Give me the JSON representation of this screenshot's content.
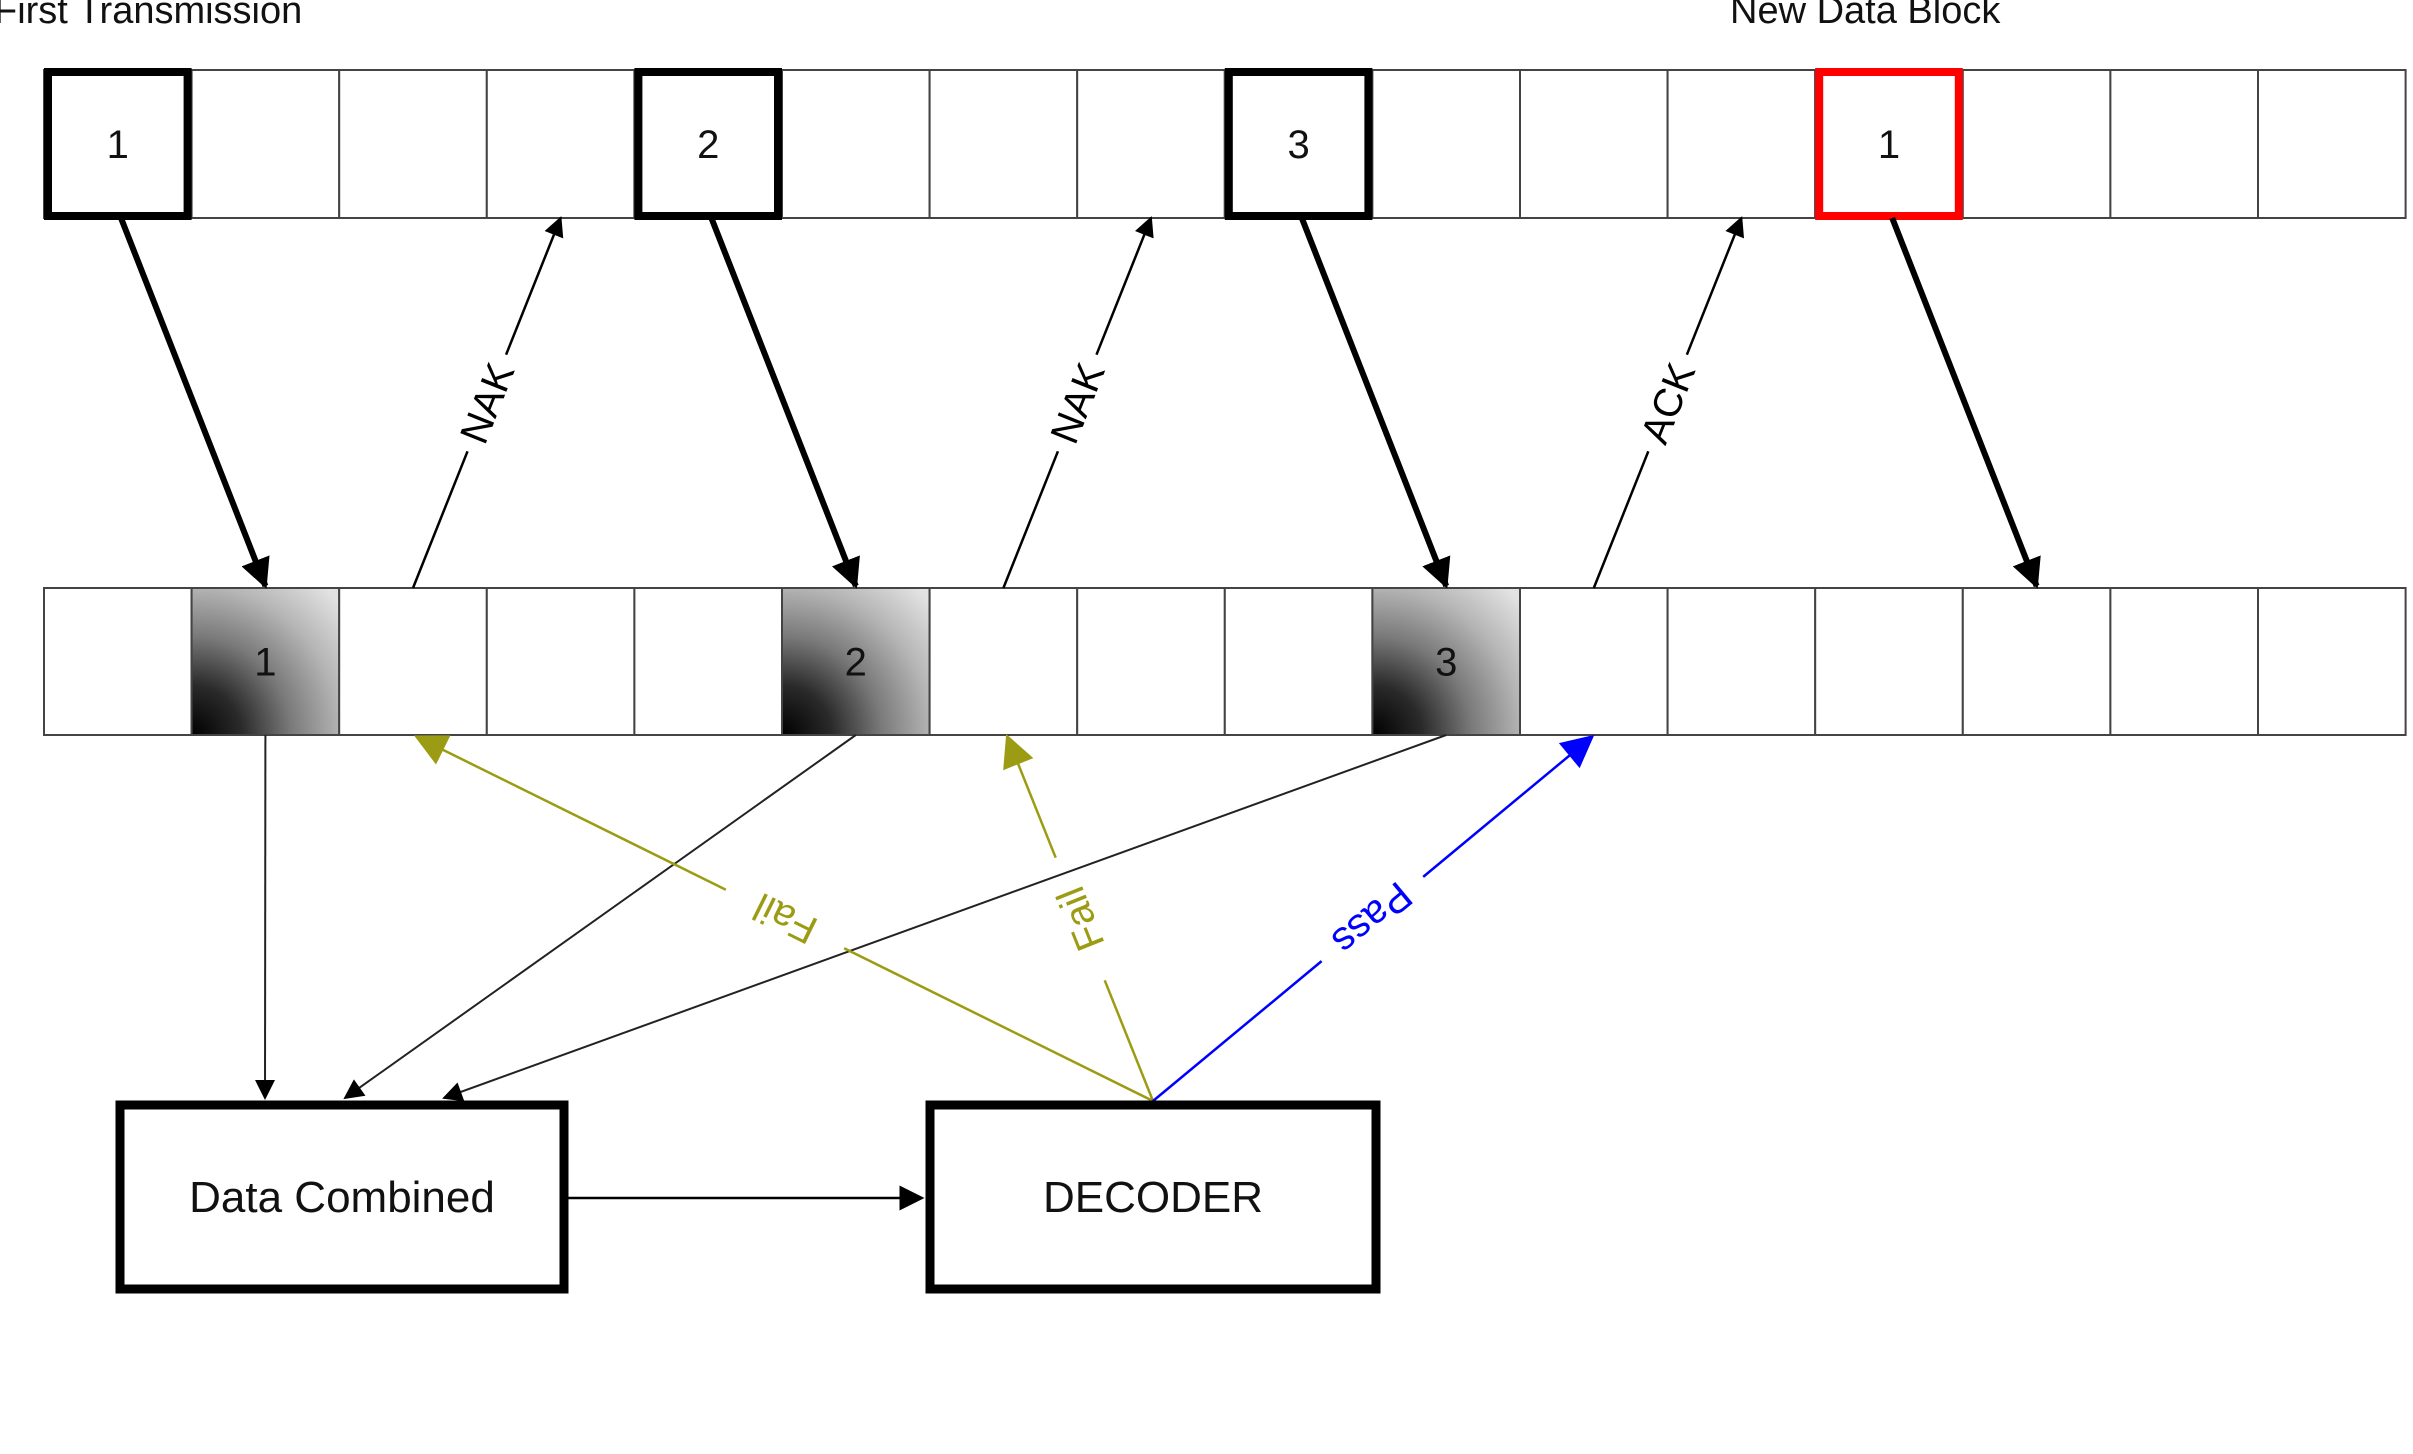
{
  "captions": {
    "first_transmission": "First Transmission",
    "new_data_block": "New Data Block"
  },
  "sender_row": {
    "cell_count": 16,
    "blocks": [
      {
        "cell": 0,
        "label": "1",
        "style": "thick",
        "color": "#000000"
      },
      {
        "cell": 4,
        "label": "2",
        "style": "thick",
        "color": "#000000"
      },
      {
        "cell": 8,
        "label": "3",
        "style": "thick",
        "color": "#000000"
      },
      {
        "cell": 12,
        "label": "1",
        "style": "thick",
        "color": "#ff0000"
      }
    ]
  },
  "receiver_row": {
    "cell_count": 16,
    "blocks": [
      {
        "cell": 1,
        "label": "1"
      },
      {
        "cell": 5,
        "label": "2"
      },
      {
        "cell": 9,
        "label": "3"
      }
    ]
  },
  "feedback": [
    {
      "label": "NAK",
      "from_cell": 2,
      "to_cell": 3
    },
    {
      "label": "NAK",
      "from_cell": 6,
      "to_cell": 7
    },
    {
      "label": "ACK",
      "from_cell": 10,
      "to_cell": 11
    }
  ],
  "boxes": {
    "combiner": "Data Combined",
    "decoder": "DECODER"
  },
  "decoder_results": [
    {
      "label": "Fail",
      "to_cell": 2,
      "color": "#9c9c14"
    },
    {
      "label": "Fail",
      "to_cell": 6,
      "color": "#9c9c14"
    },
    {
      "label": "Pass",
      "to_cell": 10,
      "color": "#0000ff"
    }
  ],
  "colors": {
    "line": "#000000",
    "grid": "#555555",
    "new_block": "#ff0000",
    "fail": "#9c9c14",
    "pass": "#0000ff"
  }
}
